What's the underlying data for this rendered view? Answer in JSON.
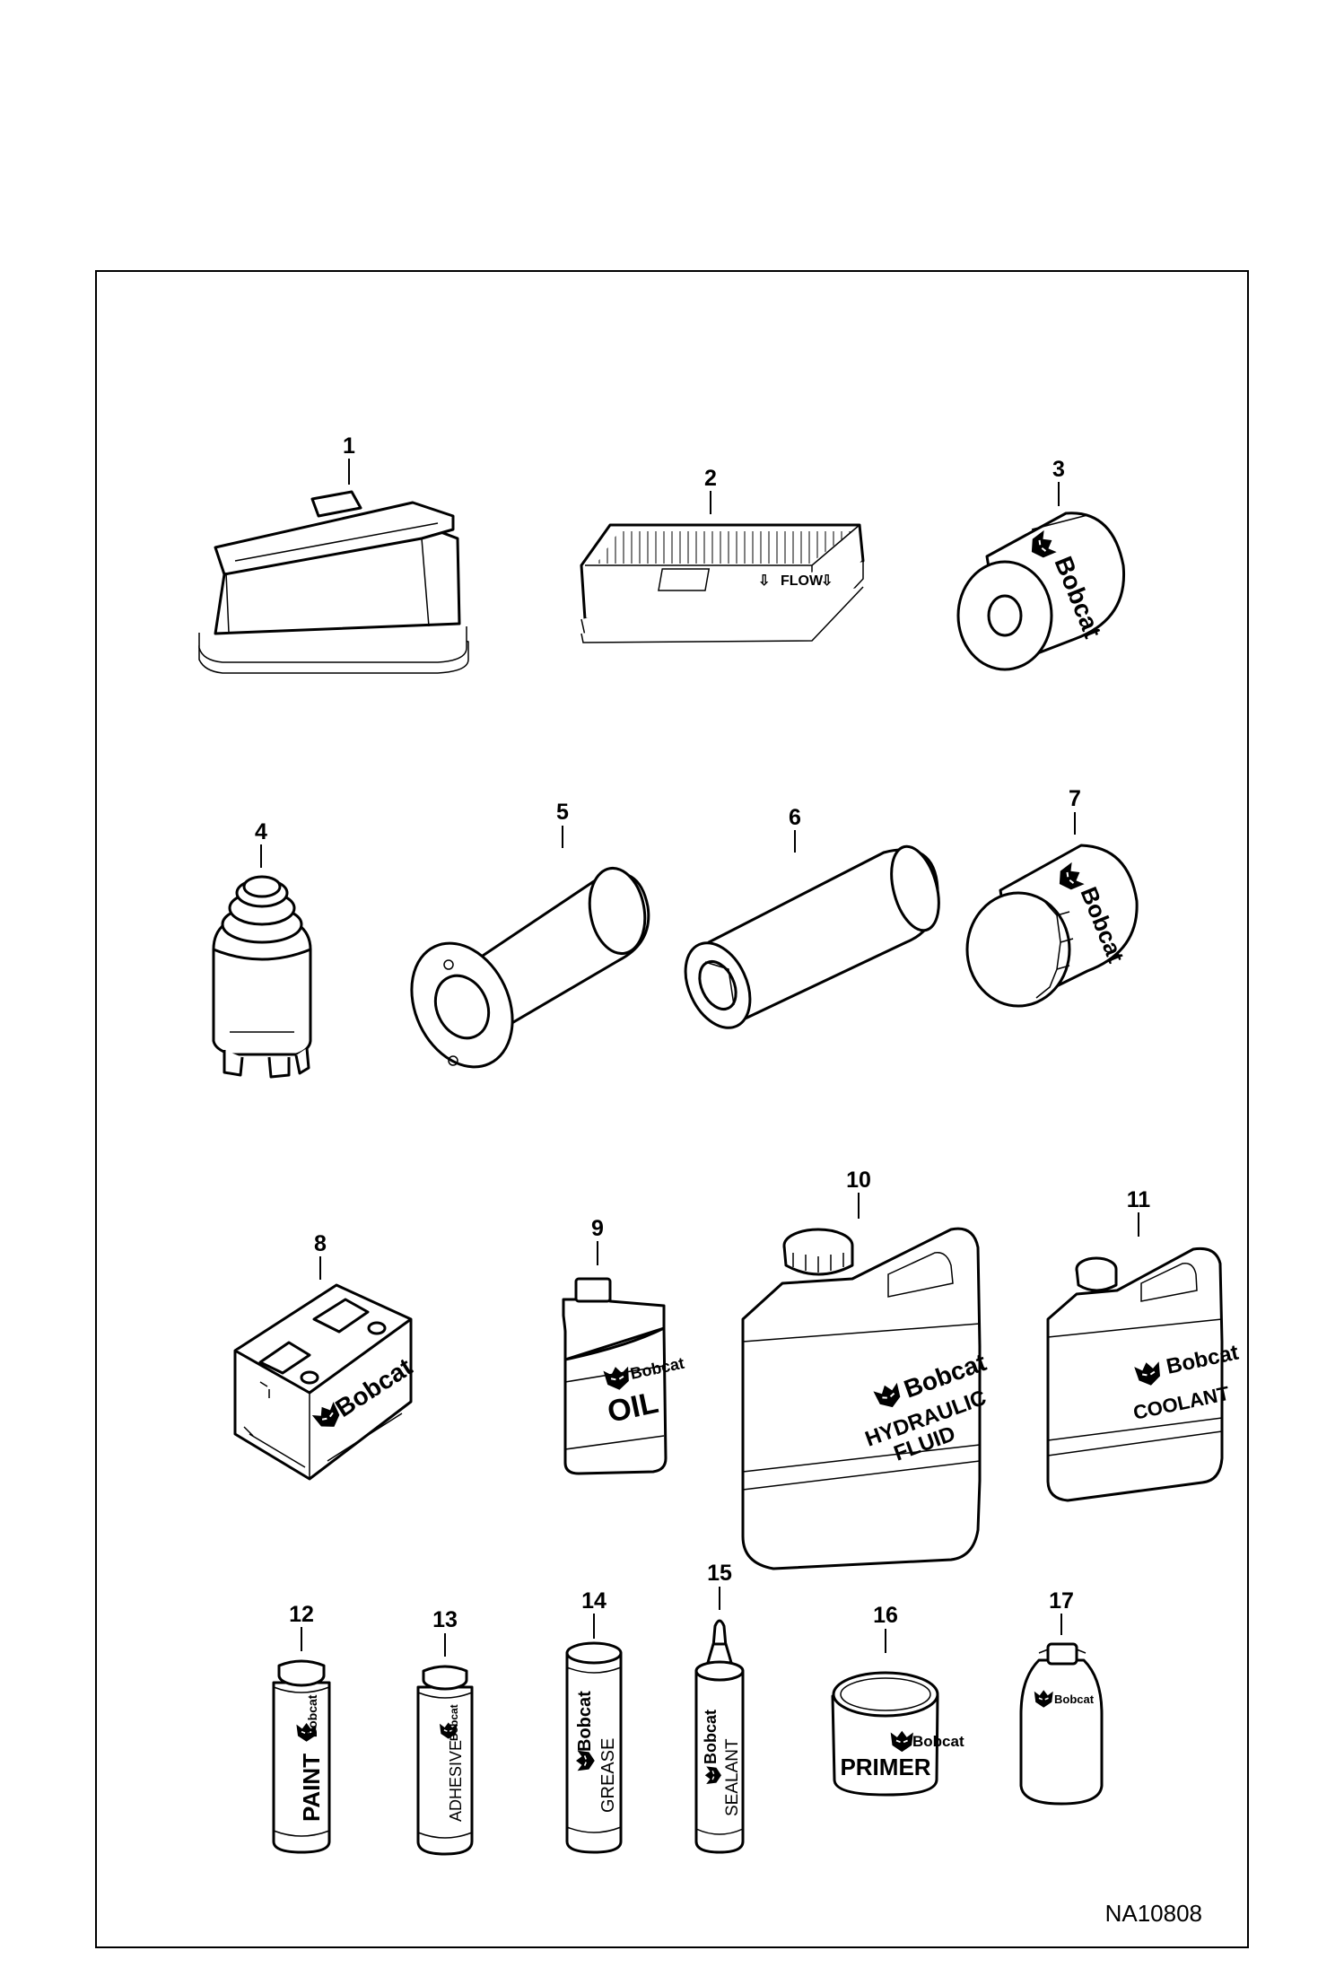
{
  "figure_id": "NA10808",
  "brand": "Bobcat",
  "callouts": [
    "1",
    "2",
    "3",
    "4",
    "5",
    "6",
    "7",
    "8",
    "9",
    "10",
    "11",
    "12",
    "13",
    "14",
    "15",
    "16",
    "17"
  ],
  "labels": {
    "flow": "FLOW",
    "oil": "OIL",
    "hydraulic": "HYDRAULIC",
    "fluid": "FLUID",
    "coolant": "COOLANT",
    "paint": "PAINT",
    "adhesive": "ADHESIVE",
    "grease": "GREASE",
    "sealant": "SEALANT",
    "primer": "PRIMER"
  }
}
